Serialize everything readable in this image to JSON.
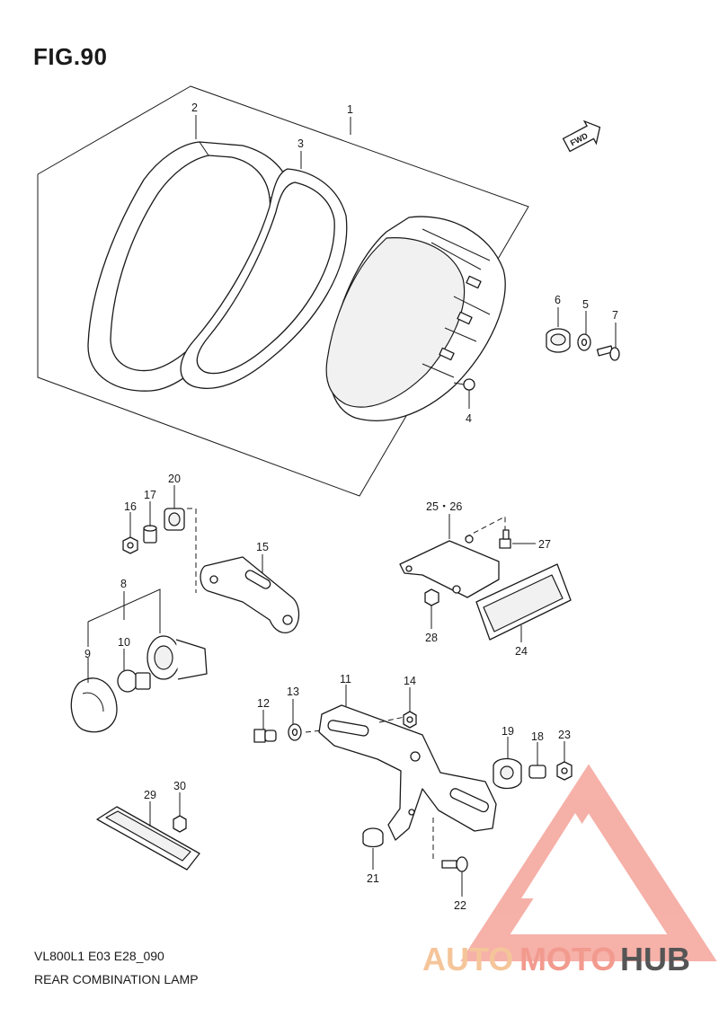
{
  "figure": {
    "title": "FIG.90",
    "code": "VL800L1 E03 E28_090",
    "caption": "REAR COMBINATION LAMP"
  },
  "direction_badge": {
    "label": "FWD"
  },
  "watermark": {
    "part1": "AUTO",
    "part2": "MOTO",
    "part3": "HUB",
    "colors": {
      "auto": "#f5c59a",
      "moto": "#f29a8e",
      "hub": "#555555",
      "logo": "#f4a39a"
    }
  },
  "callouts": {
    "c1": "1",
    "c2": "2",
    "c3": "3",
    "c4": "4",
    "c5": "5",
    "c6": "6",
    "c7": "7",
    "c8": "8",
    "c9": "9",
    "c10": "10",
    "c11": "11",
    "c12": "12",
    "c13": "13",
    "c14": "14",
    "c15": "15",
    "c16": "16",
    "c17": "17",
    "c18": "18",
    "c19": "19",
    "c20": "20",
    "c21": "21",
    "c22": "22",
    "c23": "23",
    "c24": "24",
    "c25_26": "25・26",
    "c27": "27",
    "c28": "28",
    "c29": "29",
    "c30": "30"
  }
}
